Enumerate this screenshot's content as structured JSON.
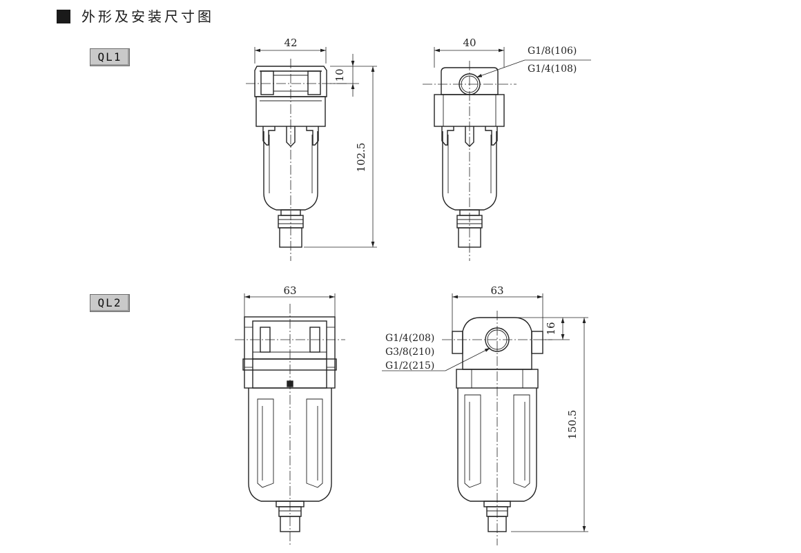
{
  "section": {
    "title": "外形及安装尺寸图"
  },
  "models": [
    {
      "tag": "QL1",
      "front_width": "42",
      "side_width": "40",
      "port_offset": "10",
      "total_height": "102.5",
      "ports": [
        "G1/8(106)",
        "G1/4(108)"
      ]
    },
    {
      "tag": "QL2",
      "front_width": "63",
      "side_width": "63",
      "port_offset": "16",
      "total_height": "150.5",
      "ports": [
        "G1/4(208)",
        "G3/8(210)",
        "G1/2(215)"
      ]
    }
  ]
}
